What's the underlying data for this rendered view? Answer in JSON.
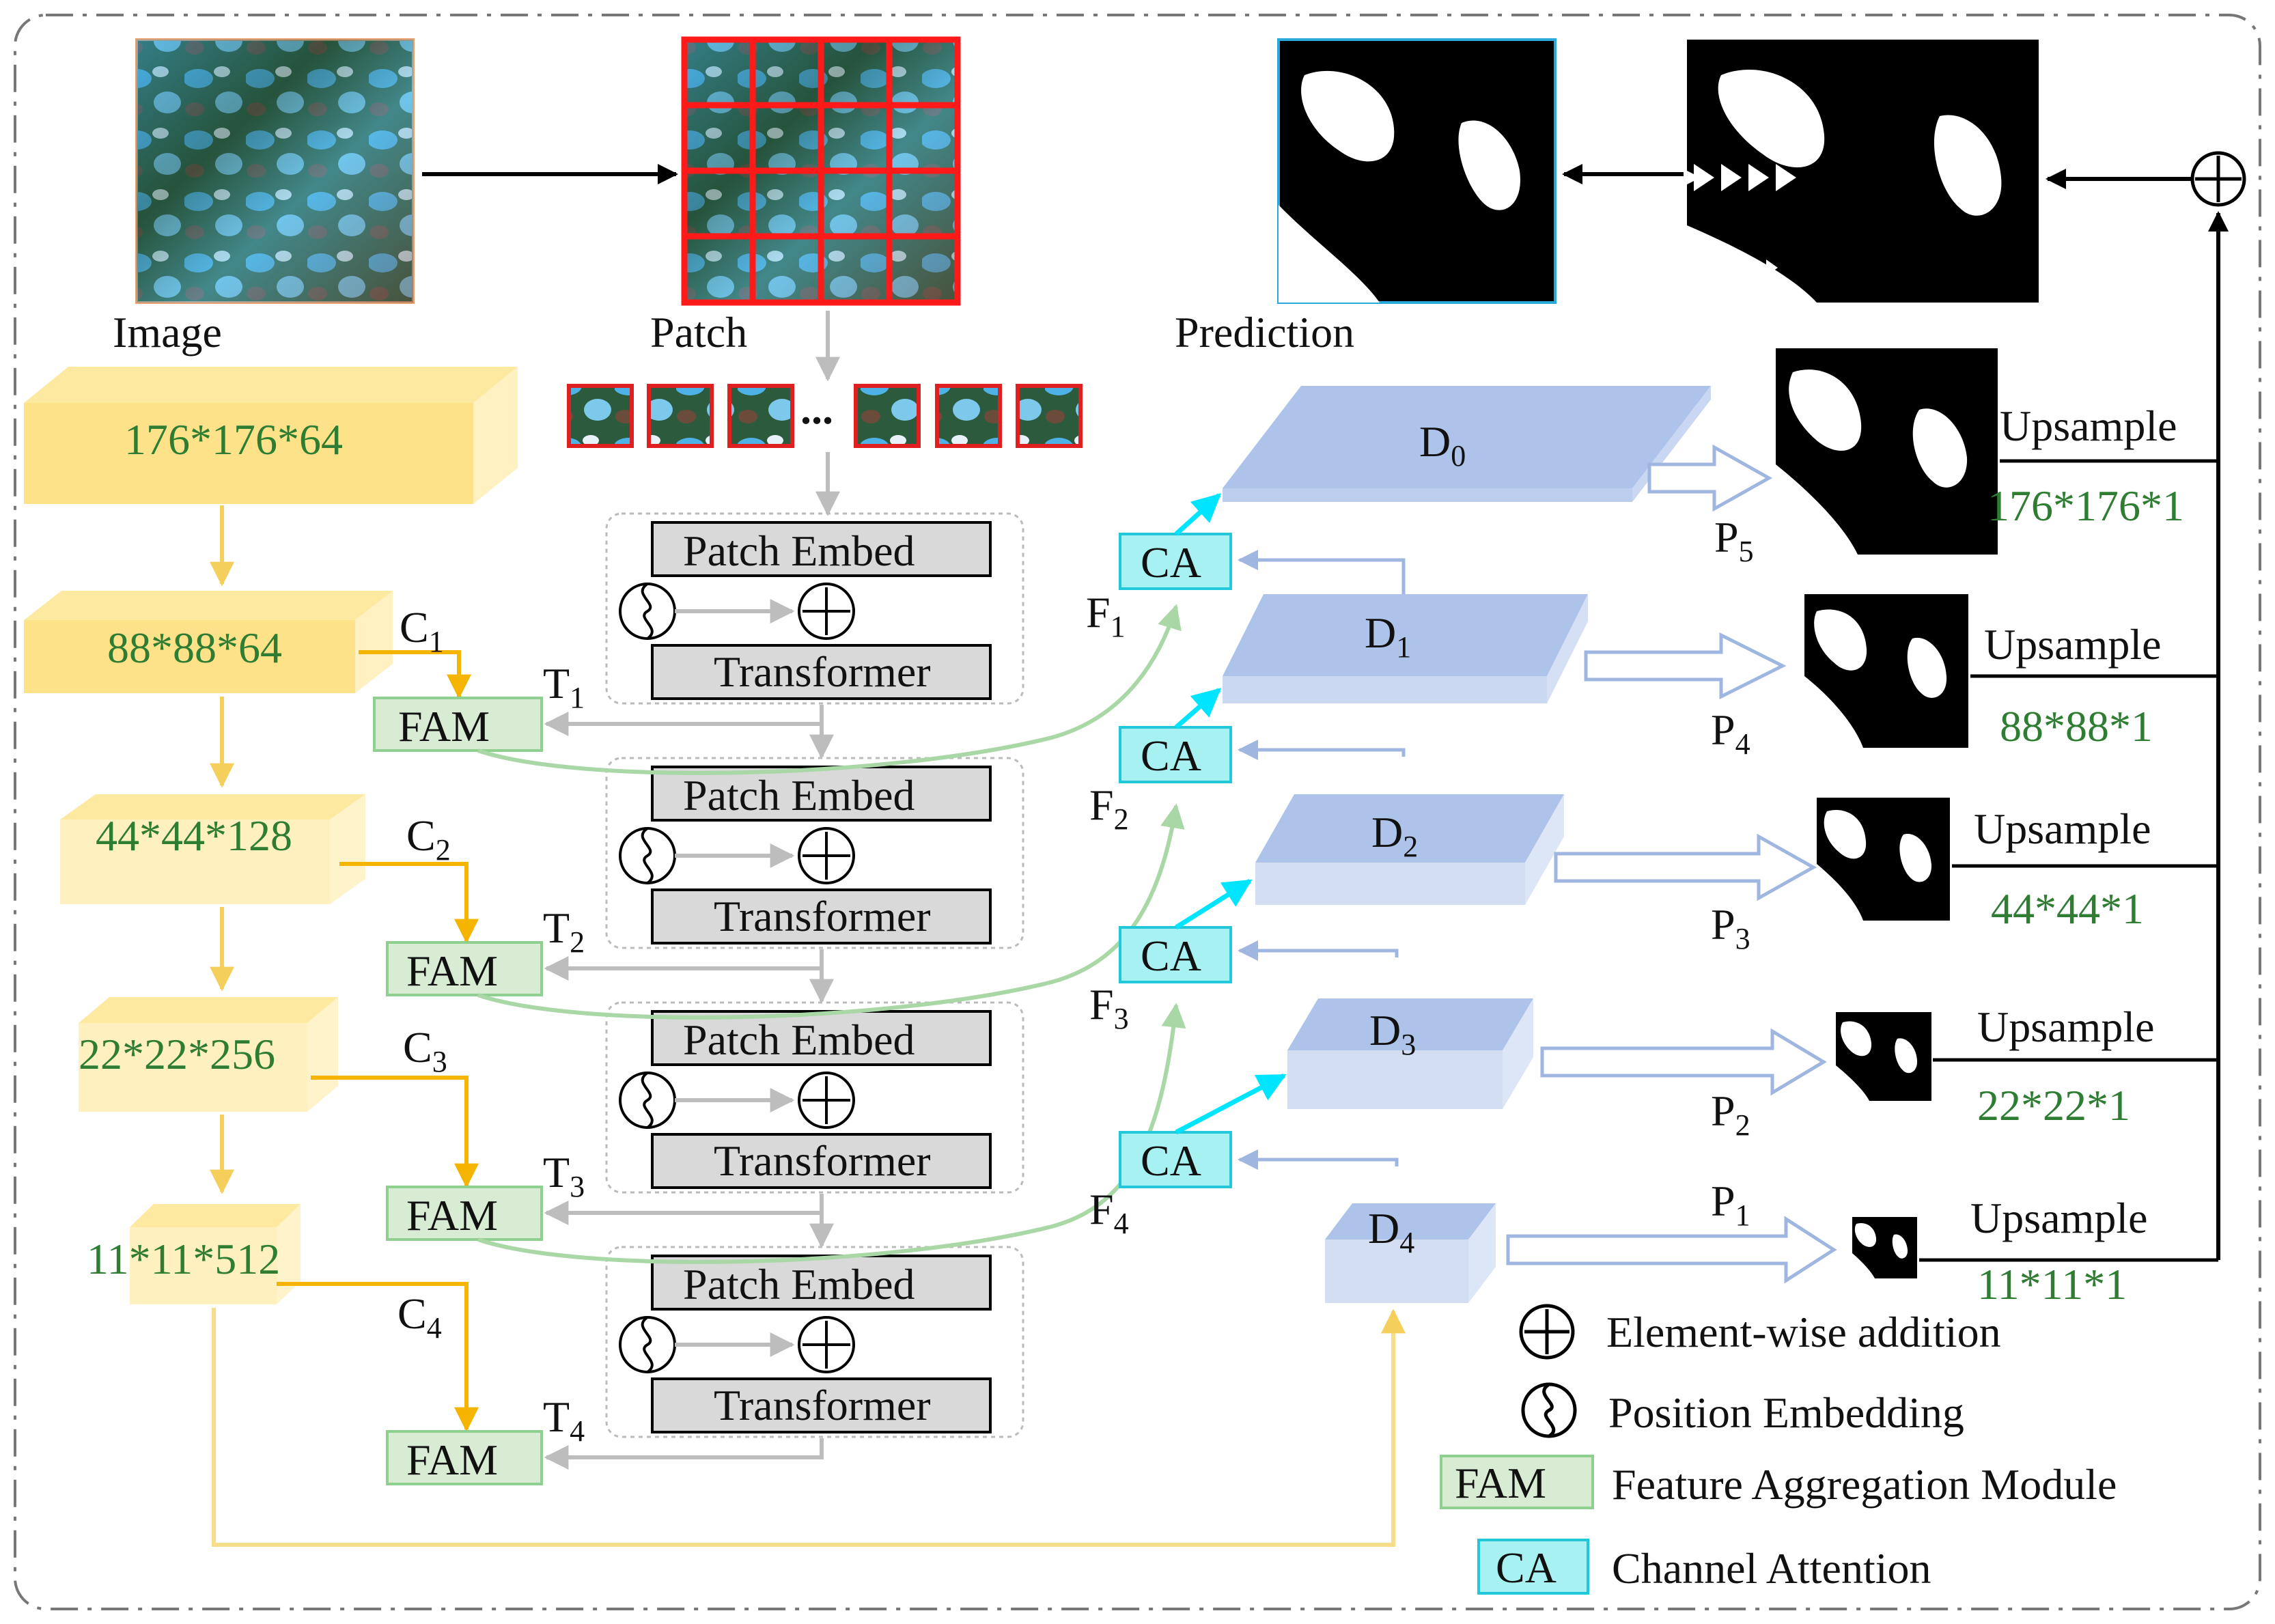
{
  "labels": {
    "image": "Image",
    "patch": "Patch",
    "prediction": "Prediction",
    "ellipsis": "..."
  },
  "encoder": [
    {
      "dim": "176*176*64"
    },
    {
      "dim": "88*88*64",
      "c": "C",
      "c_sub": "1"
    },
    {
      "dim": "44*44*128",
      "c": "C",
      "c_sub": "2"
    },
    {
      "dim": "22*22*256",
      "c": "C",
      "c_sub": "3"
    },
    {
      "dim": "11*11*512",
      "c": "C",
      "c_sub": "4"
    }
  ],
  "transformer_blocks": [
    {
      "embed": "Patch Embed",
      "transformer": "Transformer"
    },
    {
      "embed": "Patch Embed",
      "transformer": "Transformer"
    },
    {
      "embed": "Patch Embed",
      "transformer": "Transformer"
    },
    {
      "embed": "Patch Embed",
      "transformer": "Transformer"
    }
  ],
  "fam": [
    {
      "label": "FAM",
      "t": "T",
      "t_sub": "1"
    },
    {
      "label": "FAM",
      "t": "T",
      "t_sub": "2"
    },
    {
      "label": "FAM",
      "t": "T",
      "t_sub": "3"
    },
    {
      "label": "FAM",
      "t": "T",
      "t_sub": "4"
    }
  ],
  "ca": [
    {
      "label": "CA",
      "f": "F",
      "f_sub": "1"
    },
    {
      "label": "CA",
      "f": "F",
      "f_sub": "2"
    },
    {
      "label": "CA",
      "f": "F",
      "f_sub": "3"
    },
    {
      "label": "CA",
      "f": "F",
      "f_sub": "4"
    }
  ],
  "decoder": [
    {
      "d": "D",
      "d_sub": "0"
    },
    {
      "d": "D",
      "d_sub": "1"
    },
    {
      "d": "D",
      "d_sub": "2"
    },
    {
      "d": "D",
      "d_sub": "3"
    },
    {
      "d": "D",
      "d_sub": "4"
    }
  ],
  "outputs": [
    {
      "p": "P",
      "p_sub": "5",
      "upsample": "Upsample",
      "dim": "176*176*1"
    },
    {
      "p": "P",
      "p_sub": "4",
      "upsample": "Upsample",
      "dim": "88*88*1"
    },
    {
      "p": "P",
      "p_sub": "3",
      "upsample": "Upsample",
      "dim": "44*44*1"
    },
    {
      "p": "P",
      "p_sub": "2",
      "upsample": "Upsample",
      "dim": "22*22*1"
    },
    {
      "p": "P",
      "p_sub": "1",
      "upsample": "Upsample",
      "dim": "11*11*1"
    }
  ],
  "legend": {
    "add": "Element-wise addition",
    "pos": "Position Embedding",
    "fam_key": "FAM",
    "fam": "Feature Aggregation Module",
    "ca_key": "CA",
    "ca": "Channel Attention"
  },
  "colors": {
    "encoder_fill": "#fde9a0",
    "encoder_arrow": "#f5cf5b",
    "c_arrow": "#f5b400",
    "fam_fill": "#d7ecd3",
    "fam_stroke": "#8fcf8f",
    "green_curve": "#a9d8a6",
    "ca_fill": "#a7f1f3",
    "ca_stroke": "#22c7d9",
    "cyan_arrow": "#00e5ff",
    "decoder_fill": "#aec3ea",
    "block_fill": "#d9d9d9",
    "gray_arrow": "#bdbdbd",
    "text_green": "#2e7d32",
    "patch_grid": "#ff1a1a"
  }
}
